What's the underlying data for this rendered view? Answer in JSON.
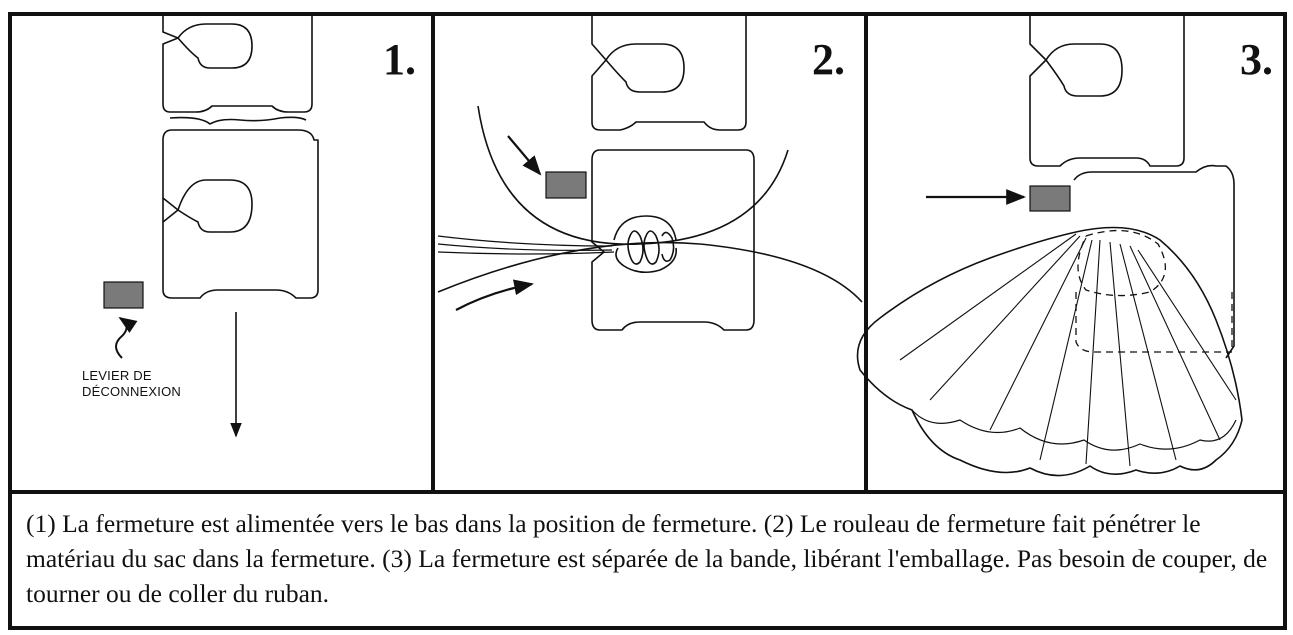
{
  "panels": [
    {
      "number": "1.",
      "lever_label_line1": "LEVIER DE",
      "lever_label_line2": "DÉCONNEXION"
    },
    {
      "number": "2."
    },
    {
      "number": "3."
    }
  ],
  "caption": "(1) La fermeture est alimentée vers le bas dans la position de fermeture. (2) Le rouleau de fermeture fait pénétrer le matériau du sac dans la fermeture. (3) La fermeture est séparée de la bande, libérant l'emballage. Pas besoin de couper, de tourner ou de coller du ruban.",
  "colors": {
    "line": "#111111",
    "lever_fill": "#7a7a7a",
    "background": "#ffffff"
  }
}
